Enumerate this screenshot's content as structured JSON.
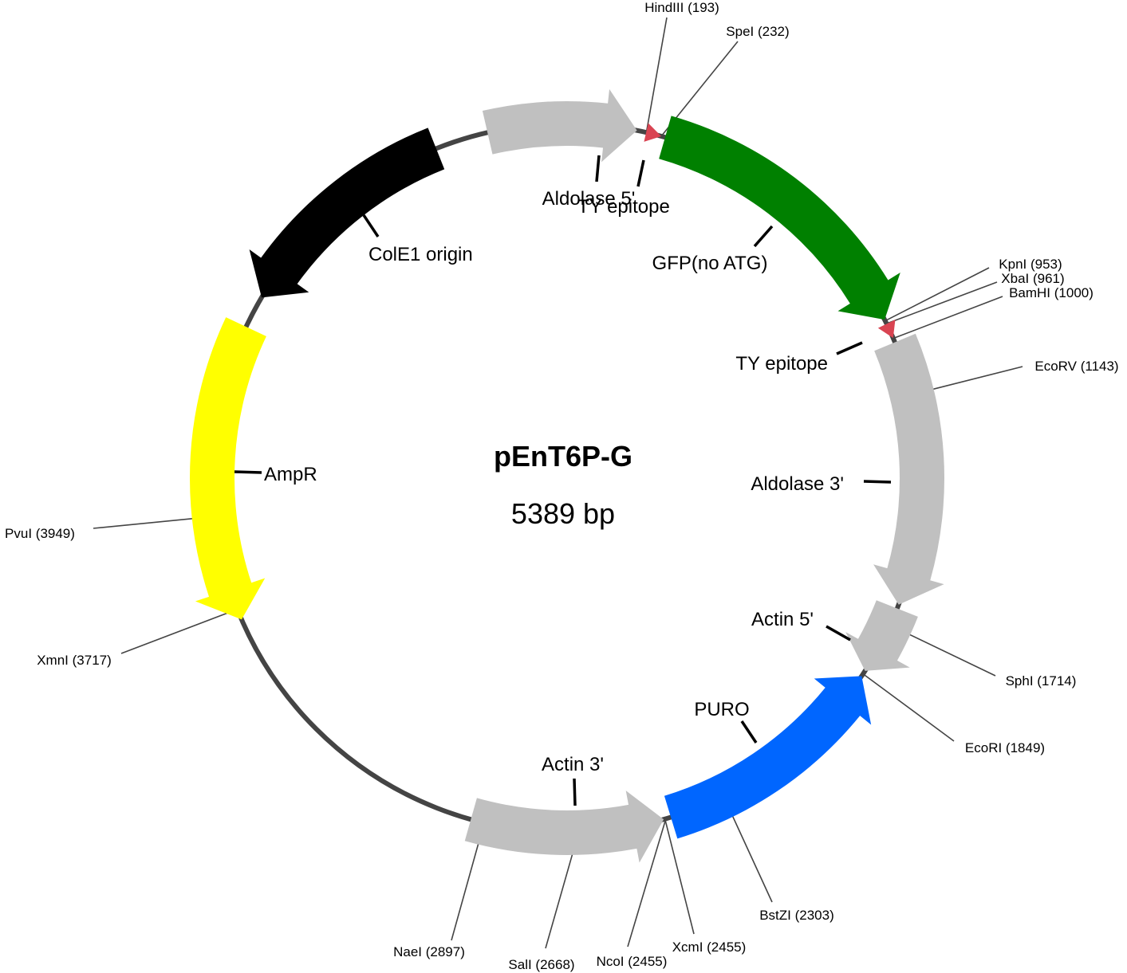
{
  "plasmid": {
    "name": "pEnT6P-G",
    "size_label": "5389 bp",
    "length_bp": 5389,
    "backbone_color": "#444444"
  },
  "features": [
    {
      "id": "aldolase-5",
      "label": "Aldolase 5'",
      "start": 5195,
      "end": 170,
      "direction": 1,
      "color": "#c0c0c0"
    },
    {
      "id": "ty-epitope-1",
      "label": "TY epitope",
      "start": 195,
      "end": 228,
      "direction": 1,
      "color": "#d94452"
    },
    {
      "id": "gfp",
      "label": "GFP(no ATG)",
      "start": 240,
      "end": 950,
      "direction": 1,
      "color": "#008000"
    },
    {
      "id": "ty-epitope-2",
      "label": "TY epitope",
      "start": 962,
      "end": 998,
      "direction": 1,
      "color": "#d94452"
    },
    {
      "id": "aldolase-3",
      "label": "Aldolase 3'",
      "start": 1010,
      "end": 1660,
      "direction": 1,
      "color": "#c0c0c0"
    },
    {
      "id": "actin-5",
      "label": "Actin 5'",
      "start": 1670,
      "end": 1840,
      "direction": 1,
      "color": "#c0c0c0"
    },
    {
      "id": "puro",
      "label": "PURO",
      "start": 1855,
      "end": 2440,
      "direction": -1,
      "color": "#0066ff"
    },
    {
      "id": "actin-3",
      "label": "Actin 3'",
      "start": 2458,
      "end": 2930,
      "direction": -1,
      "color": "#c0c0c0"
    },
    {
      "id": "ampr",
      "label": "AmpR",
      "start": 3690,
      "end": 4420,
      "direction": -1,
      "color": "#ffff00"
    },
    {
      "id": "cole1",
      "label": "ColE1 origin",
      "start": 4500,
      "end": 5065,
      "direction": -1,
      "color": "#000000"
    }
  ],
  "sites": [
    {
      "id": "hindiii",
      "label": "HindIII (193)",
      "pos": 193
    },
    {
      "id": "spei",
      "label": "SpeI (232)",
      "pos": 232
    },
    {
      "id": "kpni",
      "label": "KpnI (953)",
      "pos": 953
    },
    {
      "id": "xbai",
      "label": "XbaI (961)",
      "pos": 961
    },
    {
      "id": "bamhi",
      "label": "BamHI (1000)",
      "pos": 1000
    },
    {
      "id": "ecorv",
      "label": "EcoRV (1143)",
      "pos": 1143
    },
    {
      "id": "sphi",
      "label": "SphI (1714)",
      "pos": 1714
    },
    {
      "id": "ecori",
      "label": "EcoRI (1849)",
      "pos": 1849
    },
    {
      "id": "bstzi",
      "label": "BstZI (2303)",
      "pos": 2303
    },
    {
      "id": "xcmi",
      "label": "XcmI (2455)",
      "pos": 2455
    },
    {
      "id": "ncoi",
      "label": "NcoI (2455)",
      "pos": 2455
    },
    {
      "id": "sali",
      "label": "SalI (2668)",
      "pos": 2668
    },
    {
      "id": "naei",
      "label": "NaeI (2897)",
      "pos": 2897
    },
    {
      "id": "xmni",
      "label": "XmnI (3717)",
      "pos": 3717
    },
    {
      "id": "pvui",
      "label": "PvuI (3949)",
      "pos": 3949
    }
  ]
}
